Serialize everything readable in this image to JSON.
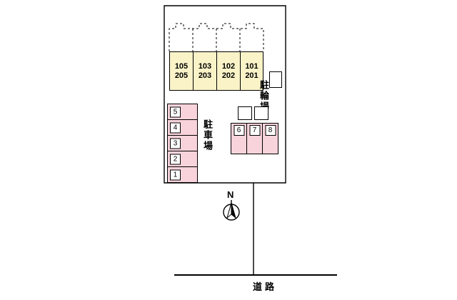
{
  "plan": {
    "units": [
      {
        "upper": "105",
        "lower": "205"
      },
      {
        "upper": "103",
        "lower": "203"
      },
      {
        "upper": "102",
        "lower": "202"
      },
      {
        "upper": "101",
        "lower": "201"
      }
    ],
    "labels": {
      "bicycle": "駐輪場",
      "parking": "駐車場",
      "north": "N",
      "road": "道路"
    },
    "spaces_left": [
      "5",
      "4",
      "3",
      "2",
      "1"
    ],
    "spaces_right": [
      "6",
      "7",
      "8"
    ],
    "colors": {
      "unit_fill": "#faf3c8",
      "space_fill": "#f8d3db",
      "line": "#000000"
    }
  }
}
